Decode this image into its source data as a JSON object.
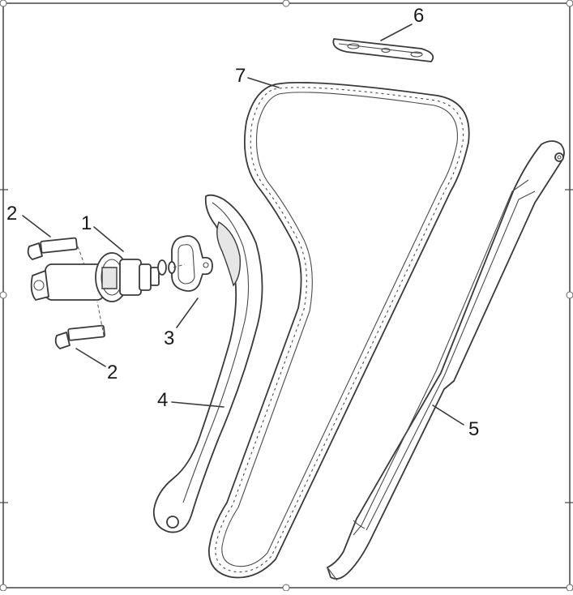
{
  "diagram": {
    "callouts": [
      {
        "id": "c1",
        "text": "1"
      },
      {
        "id": "c2a",
        "text": "2"
      },
      {
        "id": "c2b",
        "text": "2"
      },
      {
        "id": "c3",
        "text": "3"
      },
      {
        "id": "c4",
        "text": "4"
      },
      {
        "id": "c5",
        "text": "5"
      },
      {
        "id": "c6",
        "text": "6"
      },
      {
        "id": "c7",
        "text": "7"
      }
    ]
  }
}
